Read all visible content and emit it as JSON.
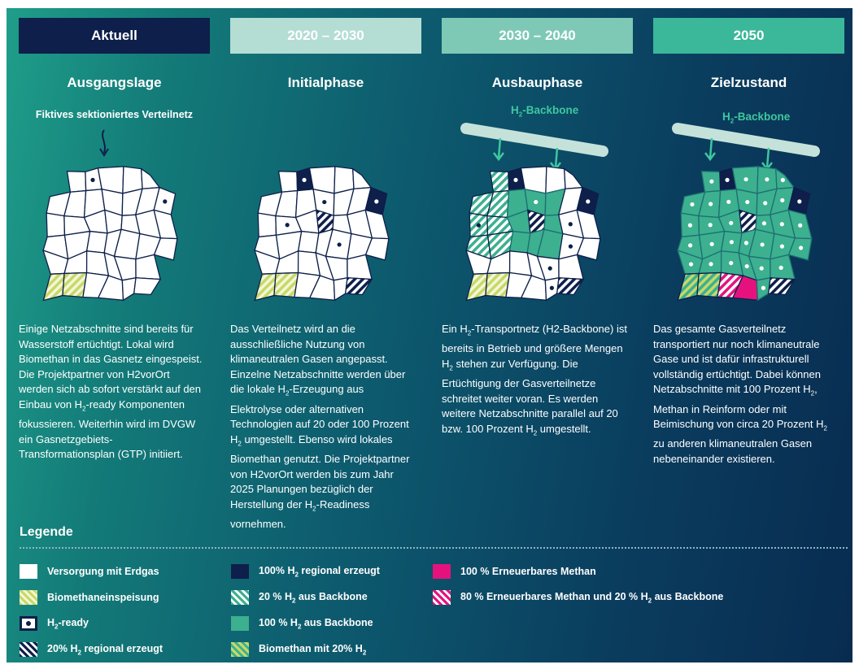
{
  "colors": {
    "navy": "#0d1f4a",
    "teal": "#3cb08f",
    "mint": "#3fc79e",
    "magenta": "#e5127e",
    "bio": "#c6d969",
    "white": "#ffffff"
  },
  "headers": [
    {
      "label": "Aktuell",
      "bg": "#0d1f4a",
      "fg": "#ffffff"
    },
    {
      "label": "2020 – 2030",
      "bg": "#b4ddd4",
      "fg": "#ffffff"
    },
    {
      "label": "2030 – 2040",
      "bg": "#7ec9b6",
      "fg": "#ffffff"
    },
    {
      "label": "2050",
      "bg": "#3bb799",
      "fg": "#ffffff"
    }
  ],
  "phases": [
    "Ausgangslage",
    "Initialphase",
    "Ausbauphase",
    "Zielzustand"
  ],
  "annotation": "Fiktives sektioniertes Verteilnetz",
  "backbone": {
    "pre": "H",
    "sub": "2",
    "post": "-Backbone"
  },
  "descriptions": [
    [
      {
        "t": "Einige Netzabschnitte sind bereits für Wasserstoff ertüchtigt. Lokal wird Biomethan in das Gasnetz eingespeist. Die Projektpartner von H2vorOrt werden sich ab sofort verstärkt auf den Einbau von H"
      },
      {
        "t": "2",
        "sub": true
      },
      {
        "t": "-ready Komponenten fokussieren. Weiterhin wird im DVGW ein Gasnetzgebiets-Transformationsplan (GTP) initiiert."
      }
    ],
    [
      {
        "t": "Das Verteilnetz wird an die ausschließliche Nutzung von klimaneutralen Gasen angepasst. Einzelne Netzabschnitte werden über die lokale H"
      },
      {
        "t": "2",
        "sub": true
      },
      {
        "t": "-Erzeugung aus Elektrolyse oder alternativen Technologien auf 20 oder 100 Prozent H"
      },
      {
        "t": "2",
        "sub": true
      },
      {
        "t": " umgestellt. Ebenso wird lokales Biomethan genutzt. Die Projektpartner von H2vorOrt werden bis zum Jahr 2025 Planungen bezüglich der Herstellung der H"
      },
      {
        "t": "2",
        "sub": true
      },
      {
        "t": "-Readiness vornehmen."
      }
    ],
    [
      {
        "t": "Ein H"
      },
      {
        "t": "2",
        "sub": true
      },
      {
        "t": "-Transportnetz (H2-Backbone) ist bereits in Betrieb und größere Mengen H"
      },
      {
        "t": "2",
        "sub": true
      },
      {
        "t": " stehen zur Verfügung. Die Ertüchtigung der Gasverteilnetze schreitet weiter voran. Es werden weitere Netzabschnitte parallel auf 20 bzw. 100 Prozent H"
      },
      {
        "t": "2",
        "sub": true
      },
      {
        "t": " umgestellt."
      }
    ],
    [
      {
        "t": "Das gesamte Gasverteilnetz transportiert nur noch klimaneutrale Gase und ist dafür infrastrukturell vollständig ertüchtigt. Dabei können Netzabschnitte mit 100 Prozent H"
      },
      {
        "t": "2",
        "sub": true
      },
      {
        "t": ", Methan in Reinform oder mit Beimischung von circa 20 Prozent H"
      },
      {
        "t": "2",
        "sub": true
      },
      {
        "t": " zu anderen klimaneutralen Gasen nebeneinander existieren."
      }
    ]
  ],
  "legend_title": "Legende",
  "legend": [
    {
      "swatch": "white",
      "parts": [
        {
          "t": "Versorgung mit Erdgas"
        }
      ]
    },
    {
      "swatch": "bio-hatch",
      "parts": [
        {
          "t": "Biomethaneinspeisung"
        }
      ]
    },
    {
      "swatch": "h2ready",
      "parts": [
        {
          "t": "H"
        },
        {
          "t": "2",
          "sub": true
        },
        {
          "t": "-ready"
        }
      ]
    },
    {
      "swatch": "navy-hatch",
      "parts": [
        {
          "t": "20% H"
        },
        {
          "t": "2",
          "sub": true
        },
        {
          "t": " regional erzeugt"
        }
      ]
    },
    {
      "swatch": "navy",
      "parts": [
        {
          "t": "100% H"
        },
        {
          "t": "2",
          "sub": true
        },
        {
          "t": " regional erzeugt"
        }
      ]
    },
    {
      "swatch": "teal-hatch",
      "parts": [
        {
          "t": "20 % H"
        },
        {
          "t": "2",
          "sub": true
        },
        {
          "t": " aus Backbone"
        }
      ]
    },
    {
      "swatch": "teal",
      "parts": [
        {
          "t": "100 % H"
        },
        {
          "t": "2",
          "sub": true
        },
        {
          "t": " aus Backbone"
        }
      ]
    },
    {
      "swatch": "biogreen-hatch",
      "parts": [
        {
          "t": "Biomethan mit 20% H"
        },
        {
          "t": "2",
          "sub": true
        }
      ]
    },
    {
      "swatch": "magenta",
      "parts": [
        {
          "t": "100 % Erneuerbares Methan"
        }
      ]
    },
    {
      "swatch": "magenta-hatch",
      "parts": [
        {
          "t": "80 % Erneuerbares Methan und 20 % H"
        },
        {
          "t": "2",
          "sub": true
        },
        {
          "t": " aus Backbone"
        }
      ]
    }
  ]
}
